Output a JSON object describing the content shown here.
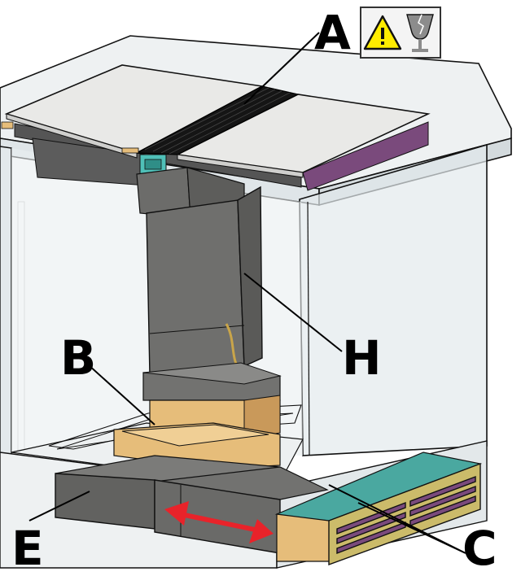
{
  "labels": {
    "a": "A",
    "b": "B",
    "c": "C",
    "e": "E",
    "h": "H"
  },
  "icons": {
    "warning": "warning-triangle-icon",
    "fragile": "fragile-glass-icon"
  },
  "colors": {
    "arrow": "#e8232a",
    "warning_fill": "#ffec00",
    "cabinet": "#e6ecef",
    "duct": "#6a6a68",
    "hob_glass": "#e9e9e7",
    "hob_frame": "#3a2a4a",
    "accent_purple": "#7a4a7c",
    "sand": "#e6bd7a",
    "teal": "#4aa8a0",
    "grille": "#c9b866"
  }
}
